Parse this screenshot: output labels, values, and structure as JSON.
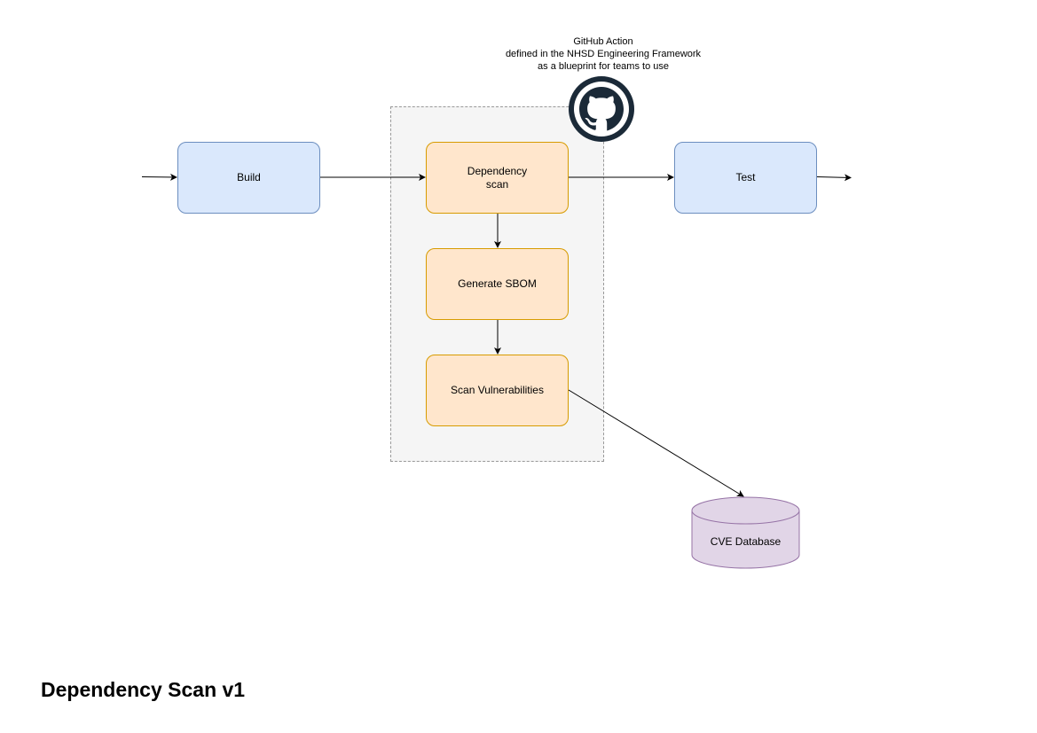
{
  "diagram": {
    "title": "Dependency Scan v1",
    "github_note": "GitHub Action\ndefined in the NHSD Engineering Framework\nas a blueprint for teams to use",
    "nodes": {
      "build": "Build",
      "dependency_scan": "Dependency\nscan",
      "generate_sbom": "Generate SBOM",
      "scan_vulnerabilities": "Scan Vulnerabilities",
      "test": "Test",
      "cve_database": "CVE Database"
    },
    "edges": [
      {
        "from": "input",
        "to": "build"
      },
      {
        "from": "build",
        "to": "dependency_scan"
      },
      {
        "from": "dependency_scan",
        "to": "test"
      },
      {
        "from": "dependency_scan",
        "to": "generate_sbom"
      },
      {
        "from": "generate_sbom",
        "to": "scan_vulnerabilities"
      },
      {
        "from": "scan_vulnerabilities",
        "to": "cve_database"
      },
      {
        "from": "test",
        "to": "output"
      }
    ],
    "colors": {
      "process_fill": "#dae8fc",
      "process_stroke": "#6c8ebf",
      "action_fill": "#ffe6cc",
      "action_stroke": "#d79b00",
      "group_fill": "#f5f5f5",
      "database_fill": "#e1d5e7",
      "database_stroke": "#9673a6",
      "github_logo": "#1b2a38"
    },
    "icons": [
      "github-icon"
    ]
  }
}
